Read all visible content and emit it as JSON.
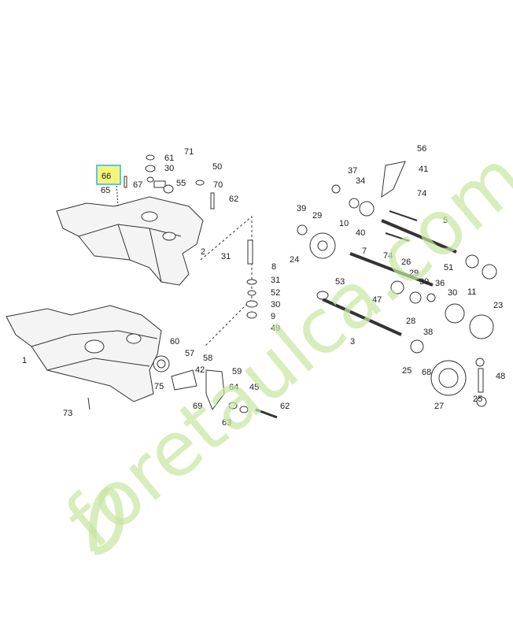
{
  "diagram": {
    "highlighted_part": "66",
    "callouts": [
      "61",
      "71",
      "30",
      "50",
      "67",
      "55",
      "70",
      "65",
      "62",
      "2",
      "31",
      "8",
      "31",
      "52",
      "30",
      "9",
      "49",
      "1",
      "60",
      "57",
      "58",
      "42",
      "59",
      "75",
      "64",
      "45",
      "69",
      "62",
      "63",
      "73",
      "56",
      "41",
      "37",
      "34",
      "74",
      "39",
      "29",
      "10",
      "40",
      "5",
      "74",
      "7",
      "24",
      "26",
      "29",
      "39",
      "36",
      "51",
      "53",
      "47",
      "30",
      "11",
      "23",
      "3",
      "28",
      "38",
      "25",
      "68",
      "27",
      "25",
      "48"
    ],
    "colors": {
      "line": "#333333",
      "highlight_fill": "#f5f57a",
      "highlight_border": "#56c8e8",
      "watermark_green": "#c8e6a0",
      "watermark_orange": "#f6c98a",
      "watermark_gray": "#ddd6cc"
    }
  },
  "watermark": {
    "text": "foretaulca.com"
  }
}
